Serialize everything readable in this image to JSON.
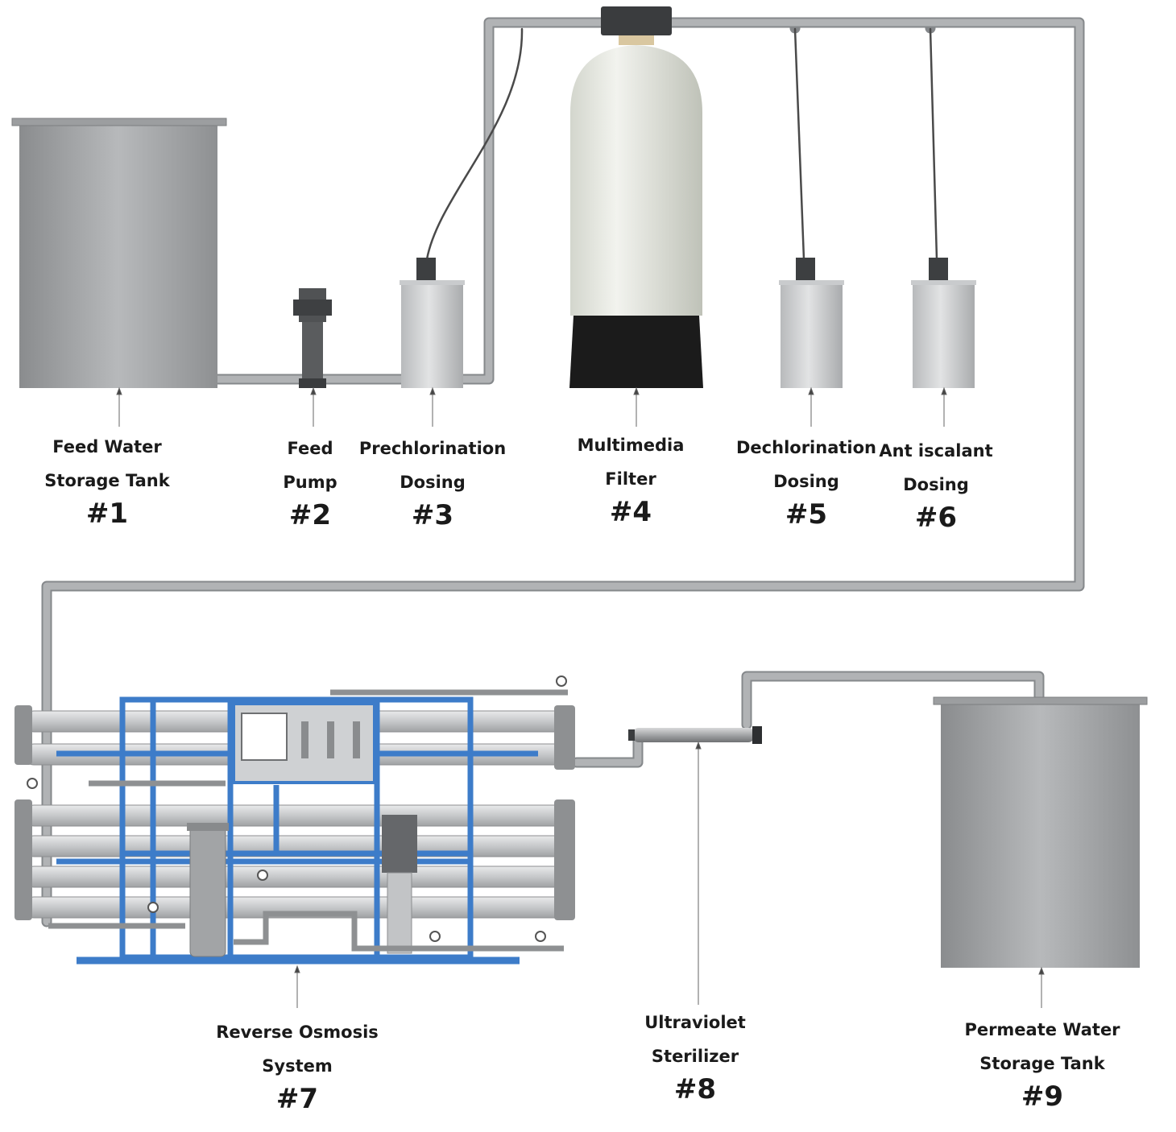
{
  "components": [
    {
      "id": "feed-water-storage-tank",
      "lines": [
        "Feed Water",
        "Storage Tank"
      ],
      "number": "#1"
    },
    {
      "id": "feed-pump",
      "lines": [
        "Feed",
        "Pump"
      ],
      "number": "#2"
    },
    {
      "id": "prechlorination-dosing",
      "lines": [
        "Prechlorination",
        "Dosing"
      ],
      "number": "#3"
    },
    {
      "id": "multimedia-filter",
      "lines": [
        "Multimedia",
        "Filter"
      ],
      "number": "#4"
    },
    {
      "id": "dechlorination-dosing",
      "lines": [
        "Dechlorination",
        "Dosing"
      ],
      "number": "#5"
    },
    {
      "id": "antiscalant-dosing",
      "lines": [
        "Ant iscalant",
        "Dosing"
      ],
      "number": "#6"
    },
    {
      "id": "reverse-osmosis-system",
      "lines": [
        "Reverse Osmosis",
        "System"
      ],
      "number": "#7"
    },
    {
      "id": "ultraviolet-sterilizer",
      "lines": [
        "Ultraviolet",
        "Sterilizer"
      ],
      "number": "#8"
    },
    {
      "id": "permeate-water-storage-tank",
      "lines": [
        "Permeate Water",
        "Storage Tank"
      ],
      "number": "#9"
    }
  ],
  "colors": {
    "pipe": "#a9abad",
    "pipe_edge": "#85888b",
    "frame_blue": "#3d7cc9",
    "filter_base": "#1b1b1b",
    "tank_gray": "#9a9c9e",
    "label_text": "#1a1a1a"
  }
}
